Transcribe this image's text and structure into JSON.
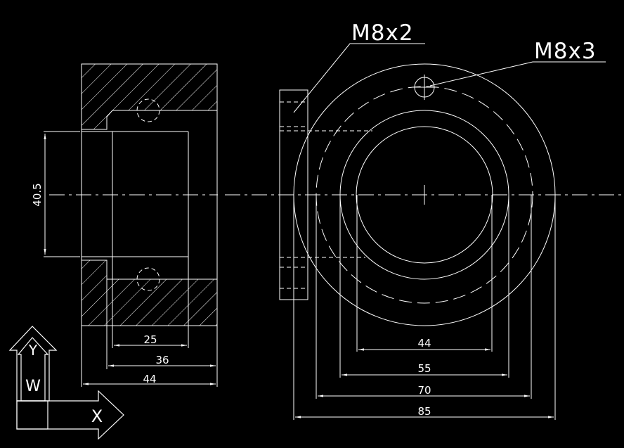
{
  "drawing": {
    "background": "#000000",
    "line_color": "#ffffff",
    "callouts": {
      "thread_1": "M8x2",
      "thread_2": "M8x3"
    },
    "dimensions": {
      "side_view": {
        "bore_height": "40.5",
        "width_25": "25",
        "width_36": "36",
        "width_44": "44"
      },
      "front_view": {
        "dia_44": "44",
        "dia_55": "55",
        "dia_70": "70",
        "dia_85": "85"
      }
    },
    "ucs_icon": {
      "x_label": "X",
      "y_label": "Y",
      "w_label": "W"
    }
  }
}
